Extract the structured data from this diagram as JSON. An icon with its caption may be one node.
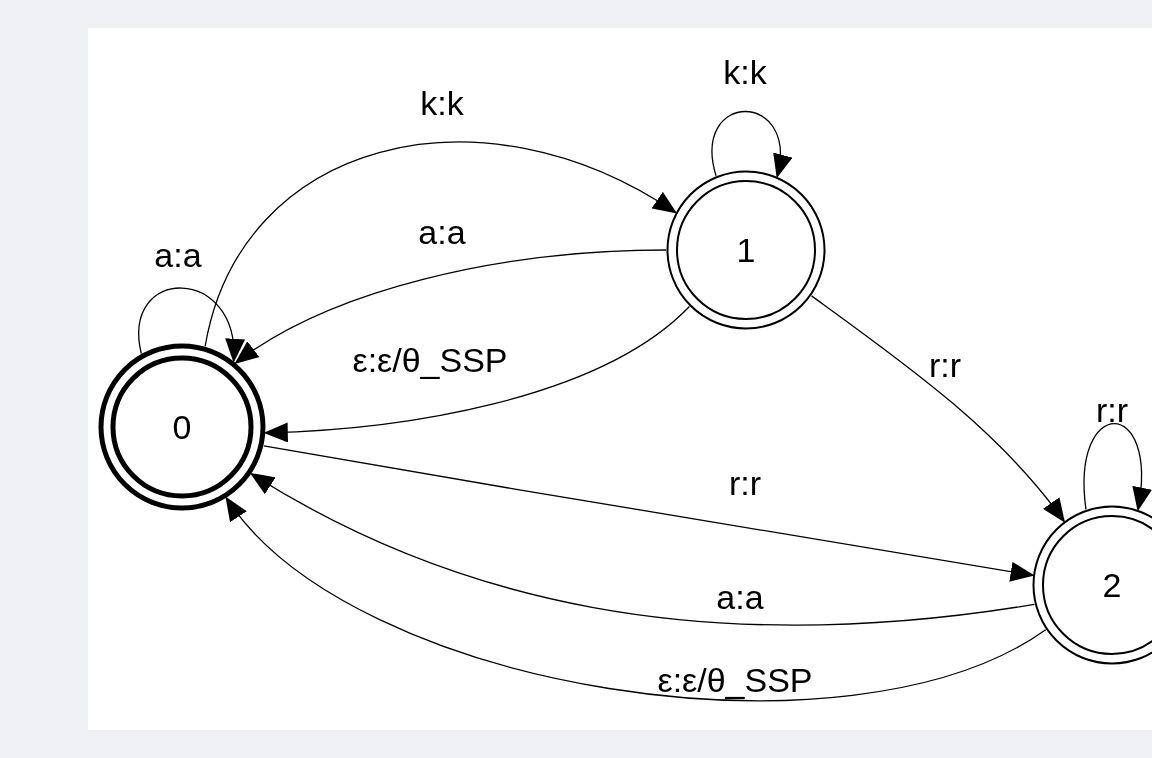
{
  "diagram": {
    "nodes": [
      {
        "text": [
          "0"
        ]
      },
      {
        "text": [
          "1"
        ]
      },
      {
        "text": [
          "2"
        ]
      }
    ],
    "edges": [
      {
        "from": 0,
        "to": 0,
        "arrow": "to",
        "label": "a:a"
      },
      {
        "from": 0,
        "to": 1,
        "arrow": "to",
        "label": "k:k"
      },
      {
        "from": 1,
        "to": 1,
        "arrow": "to",
        "label": "k:k"
      },
      {
        "from": 1,
        "to": 0,
        "arrow": "to",
        "label": "a:a"
      },
      {
        "from": 1,
        "to": 0,
        "arrow": "to",
        "label": "ε:ε/θ_SSP"
      },
      {
        "from": 1,
        "to": 2,
        "arrow": "to",
        "label": "r:r"
      },
      {
        "from": 0,
        "to": 2,
        "arrow": "to",
        "label": "r:r"
      },
      {
        "from": 2,
        "to": 2,
        "arrow": "to",
        "label": "r:r"
      },
      {
        "from": 2,
        "to": 0,
        "arrow": "to",
        "label": "a:a"
      },
      {
        "from": 2,
        "to": 0,
        "arrow": "to",
        "label": "ε:ε/θ_SSP"
      }
    ]
  }
}
